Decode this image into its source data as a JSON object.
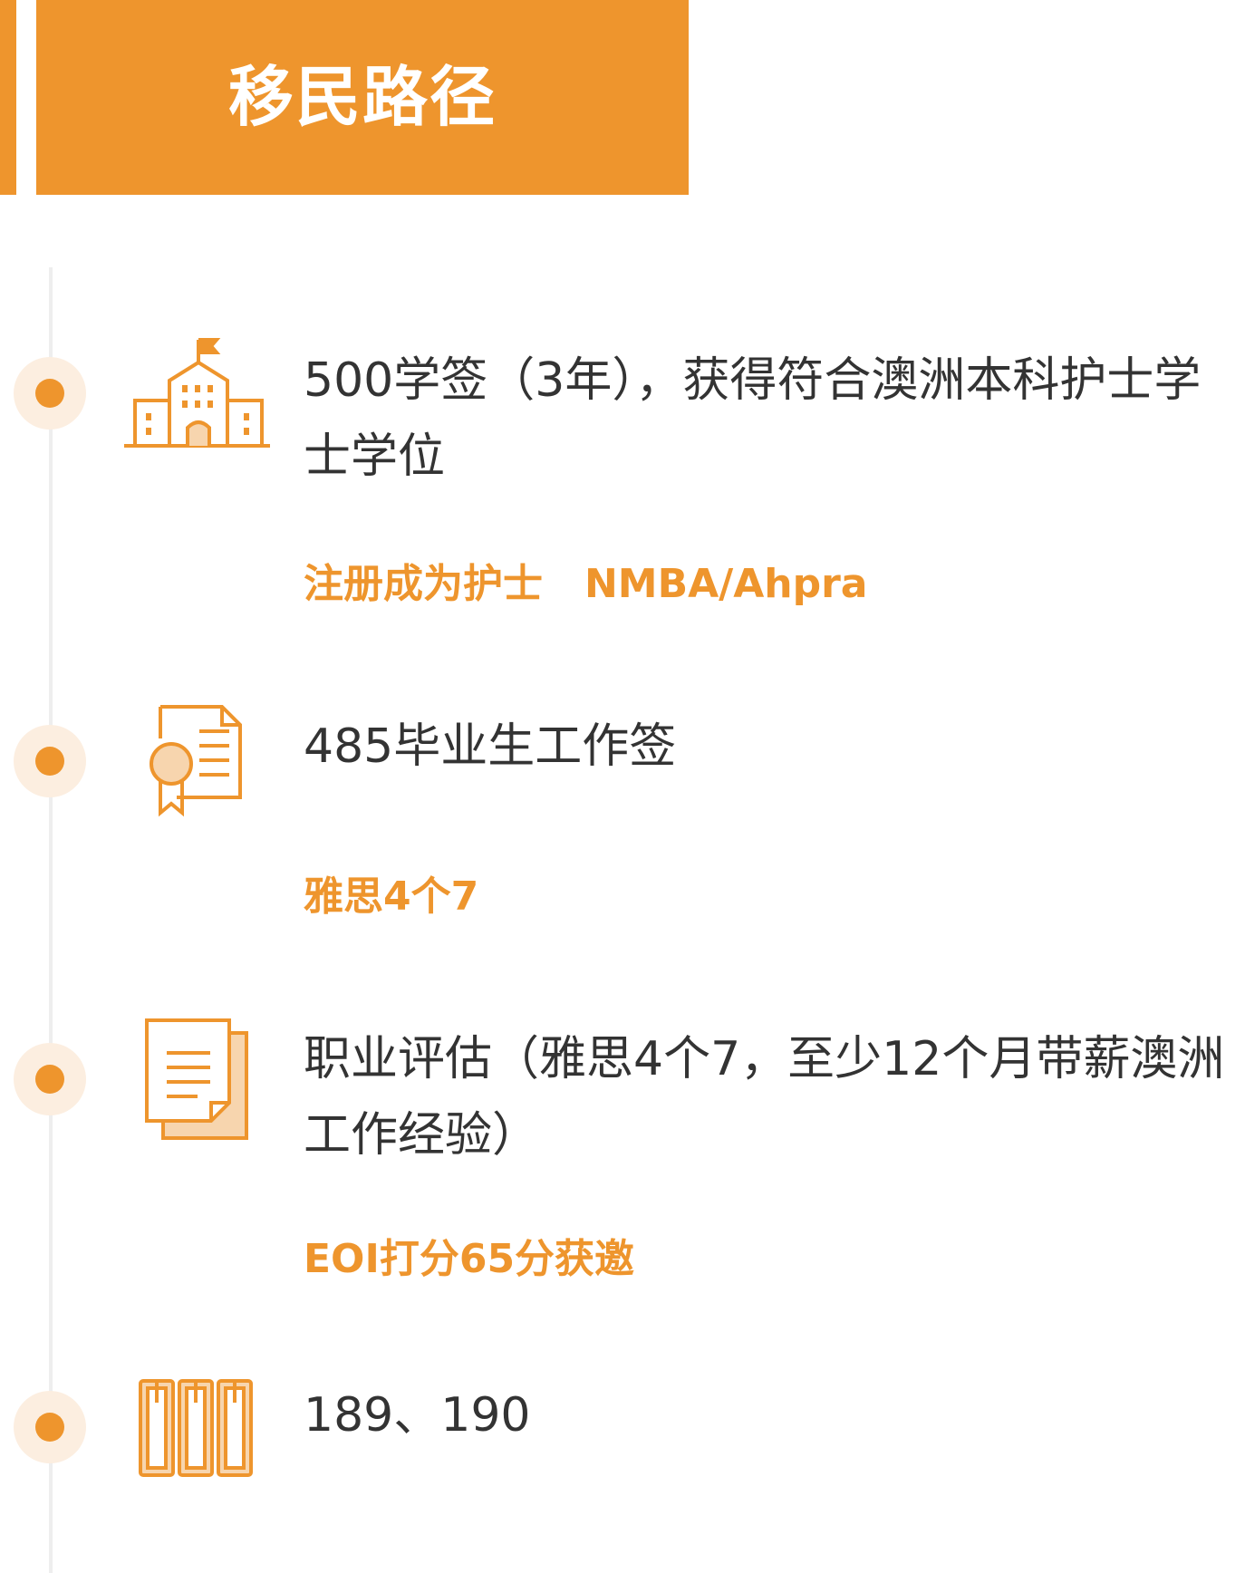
{
  "header": {
    "title": "移民路径"
  },
  "steps": [
    {
      "icon": "school-building-icon",
      "main": "500学签（3年），获得符合澳洲本科护士学士学位",
      "sub": "注册成为护士   NMBA/Ahpra"
    },
    {
      "icon": "certificate-document-icon",
      "main": "485毕业生工作签",
      "sub": "雅思4个7"
    },
    {
      "icon": "documents-stack-icon",
      "main": "职业评估（雅思4个7，至少12个月带薪澳洲工作经验）",
      "sub": "EOI打分65分获邀"
    },
    {
      "icon": "books-icon",
      "main": "189、190",
      "sub": ""
    }
  ],
  "colors": {
    "accent": "#EE952D",
    "node_halo": "#FCEEE0",
    "timeline": "#EEEEEE",
    "text": "#333333"
  }
}
